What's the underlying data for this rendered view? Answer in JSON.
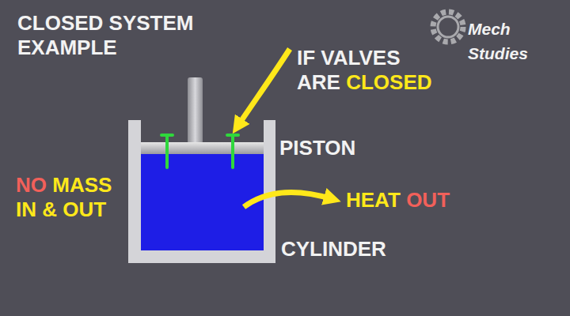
{
  "diagram": {
    "title": "CLOSED SYSTEM EXAMPLE",
    "labels": [
      "IF VALVES ARE",
      "CLOSED",
      "PISTON",
      "NO",
      "MASS IN & OUT",
      "HEAT",
      "OUT",
      "CYLINDER",
      "Mech Studies"
    ]
  }
}
